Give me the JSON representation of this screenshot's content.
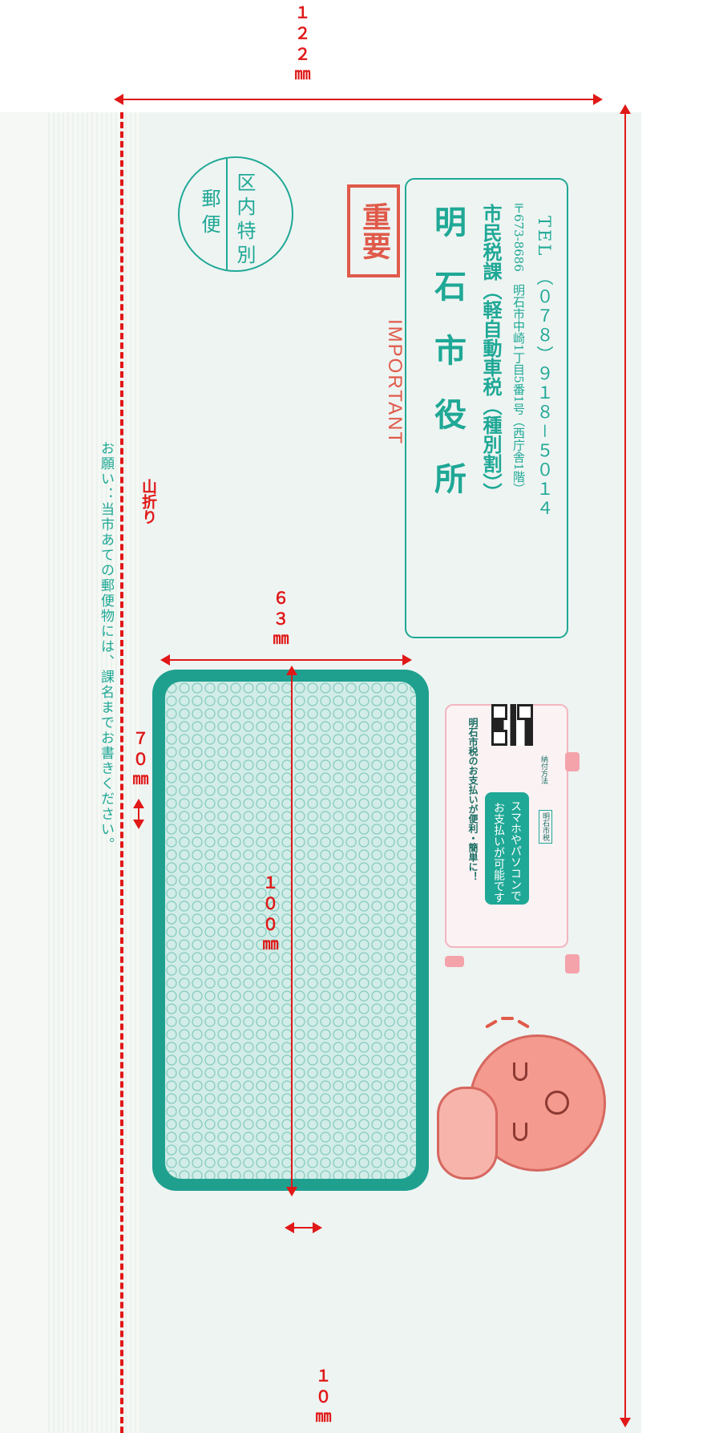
{
  "dimensions": {
    "width_total": "１２２㎜",
    "window_height": "６３㎜",
    "window_offset": "７０㎜",
    "window_width": "１００㎜",
    "bottom_margin": "１０㎜"
  },
  "fold_label": "山折り",
  "notice": "お願い：当市あての郵便物には、課名までお書きください。",
  "postmark": {
    "line1": "区内特別",
    "line2": "郵便"
  },
  "important": {
    "badge": "重要",
    "english": "IMPORTANT"
  },
  "address": {
    "office": "明　石　市　役　所",
    "department": "市民税課（軽自動車税（種別割））",
    "postal": "〒673-8686　明石市中崎1丁目5番1号（西庁舎1階）",
    "tel": "TEL　（０７８）９１８－５０１４"
  },
  "advert": {
    "headline": "明石市税のお支払いが便利・簡単に！",
    "line1": "スマホやパソコンで",
    "line2": "お支払いが可能です",
    "tag1": "明石市税",
    "tag2": "納付方法"
  },
  "colors": {
    "dimension_red": "#e01818",
    "teal": "#1fa896",
    "envelope": "#eef4f2"
  }
}
